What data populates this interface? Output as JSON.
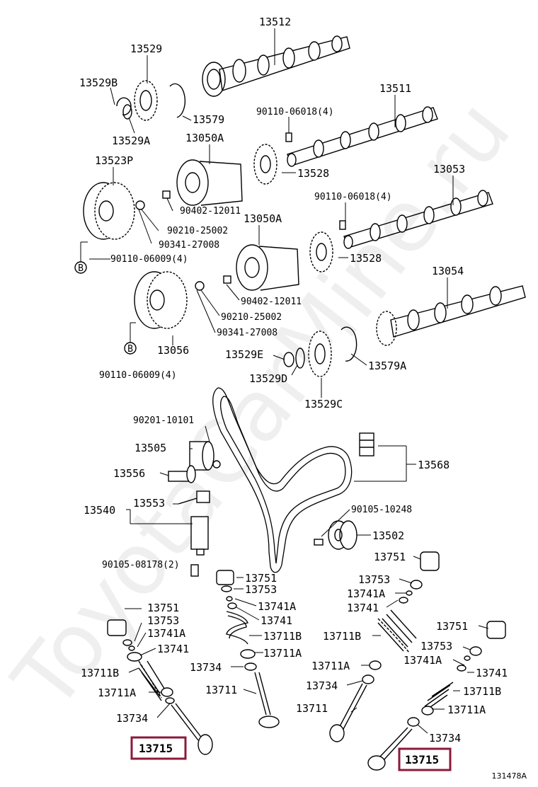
{
  "figure_id": "131478A",
  "watermark": "ToyotaCarMine.ru",
  "highlight_color": "#8b1a3a",
  "labels": {
    "p13512": "13512",
    "p13529": "13529",
    "p13529B": "13529B",
    "p13579": "13579",
    "p13529A": "13529A",
    "p13511": "13511",
    "p90110_06018_a": "90110-06018(4)",
    "p13050A_a": "13050A",
    "p13523P": "13523P",
    "p13528_a": "13528",
    "p13053": "13053",
    "p90110_06018_b": "90110-06018(4)",
    "p90402_12011_a": "90402-12011",
    "p90210_25002_a": "90210-25002",
    "p90341_27008_a": "90341-27008",
    "p13050A_b": "13050A",
    "p90110_06009_a": "90110-06009(4)",
    "p13528_b": "13528",
    "p13054": "13054",
    "p90402_12011_b": "90402-12011",
    "p90210_25002_b": "90210-25002",
    "p90341_27008_b": "90341-27008",
    "p13056": "13056",
    "p13529E": "13529E",
    "p13579A": "13579A",
    "p13529D": "13529D",
    "p90110_06009_b": "90110-06009(4)",
    "p13529C": "13529C",
    "p90201_10101": "90201-10101",
    "p13505": "13505",
    "p13568": "13568",
    "p13556": "13556",
    "p13553": "13553",
    "p13540": "13540",
    "p90105_10248": "90105-10248",
    "p13502": "13502",
    "p13751_a": "13751",
    "p90105_08178": "90105-08178(2)",
    "p13751_b": "13751",
    "p13753_a": "13753",
    "p13753_b": "13753",
    "p13741A_a": "13741A",
    "p13741_a": "13741",
    "p13741A_b": "13741A",
    "p13741_b": "13741",
    "p13711B_a": "13711B",
    "p13711A_a": "13711A",
    "p13734_a": "13734",
    "p13711_a": "13711",
    "p13751_c": "13751",
    "p13753_c": "13753",
    "p13741A_c": "13741A",
    "p13741_c": "13741",
    "p13711B_b": "13711B",
    "p13711A_b": "13711A",
    "p13734_b": "13734",
    "p13711_b": "13711",
    "p13751_d": "13751",
    "p13753_d": "13753",
    "p13741A_d": "13741A",
    "p13741_d": "13741",
    "p13711B_c": "13711B",
    "p13711A_c": "13711A",
    "p13734_c": "13734",
    "p13715_a": "13715",
    "p13715_b": "13715",
    "p13711B_d": "13711B",
    "p13711A_d": "13711A",
    "p13734_d": "13734",
    "ref_B1": "B",
    "ref_B2": "B"
  }
}
